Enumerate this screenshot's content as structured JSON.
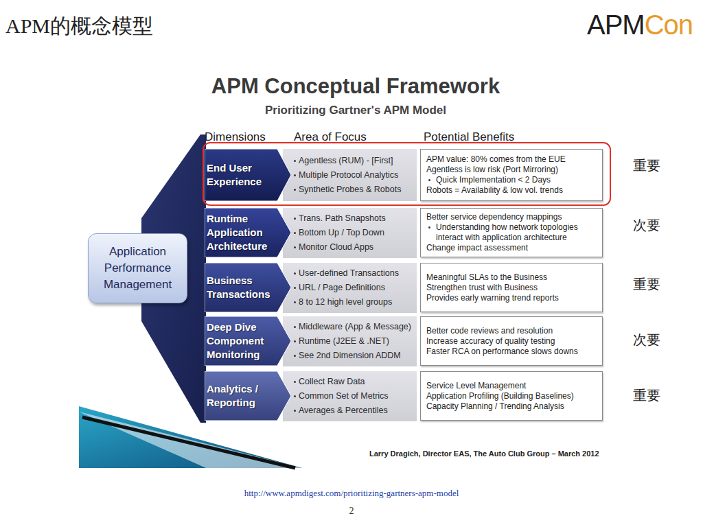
{
  "diagram": {
    "title": "APM的概念模型",
    "nodes": [
      {
        "text": [
          "Application Performance Management"
        ]
      },
      {
        "text": [
          "End User Experience"
        ]
      },
      {
        "text": [
          "Agentless (RUM) - [First]",
          "Multiple Protocol Analytics",
          "Synthetic Probes & Robots"
        ]
      },
      {
        "text": [
          "APM value: 80% comes from the EUE",
          "Agentless is low risk (Port Mirroring)",
          "Quick Implementation < 2 Days",
          "Robots = Availability & low vol. trends"
        ]
      },
      {
        "text": [
          "Runtime Application Architecture"
        ]
      },
      {
        "text": [
          "Trans. Path Snapshots",
          "Bottom Up / Top Down",
          "Monitor Cloud Apps"
        ]
      },
      {
        "text": [
          "Better service dependency mappings",
          "Understanding how network topologies interact with application architecture",
          "Change impact assessment"
        ]
      },
      {
        "text": [
          "Business Transactions"
        ]
      },
      {
        "text": [
          "User-defined Transactions",
          "URL / Page Definitions",
          "8 to 12 high level groups"
        ]
      },
      {
        "text": [
          "Meaningful SLAs to the Business",
          "Strengthen trust with Business",
          "Provides early warning trend reports"
        ]
      },
      {
        "text": [
          "Deep Dive Component Monitoring"
        ]
      },
      {
        "text": [
          "Middleware (App & Message)",
          "Runtime (J2EE & .NET)",
          "See 2nd Dimension ADDM"
        ]
      },
      {
        "text": [
          "Better code reviews and resolution",
          "Increase accuracy of quality testing",
          "Faster RCA on performance slows downs"
        ]
      },
      {
        "text": [
          "Analytics / Reporting"
        ]
      },
      {
        "text": [
          "Collect Raw Data",
          "Common Set of Metrics",
          "Averages & Percentiles"
        ]
      },
      {
        "text": [
          "Service Level Management",
          "Application Profiling (Building Baselines)",
          "Capacity Planning / Trending Analysis"
        ]
      }
    ],
    "labels": [
      "APM",
      "Con",
      "APM Conceptual Framework",
      "Prioritizing Gartner's APM Model",
      "Dimensions",
      "Area of Focus",
      "Potential Benefits",
      "重要",
      "次要",
      "重要",
      "次要",
      "重要",
      "Larry Dragich, Director EAS, The Auto Club Group – March 2012",
      "http://www.apmdigest.com/prioritizing-gartners-apm-model",
      "2"
    ]
  }
}
